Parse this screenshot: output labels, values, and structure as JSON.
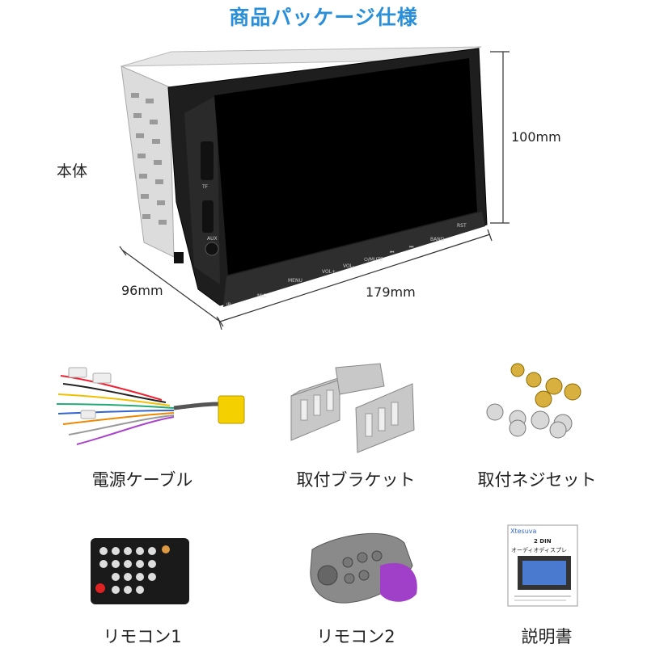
{
  "header": {
    "title": "商品パッケージ仕様"
  },
  "unit": {
    "label": "本体",
    "height_dim": "100mm",
    "depth_dim": "96mm",
    "width_dim": "179mm",
    "button_labels": [
      "MENU",
      "VOL+",
      "VOL-",
      "⏻/MUTE",
      "⏮",
      "⏭",
      "BAND"
    ],
    "side_labels": {
      "tf": "TF",
      "aux": "AUX",
      "ir": "IR",
      "mic": "MIC",
      "rst": "RST"
    }
  },
  "items": [
    {
      "label": "電源ケーブル",
      "icon": "power-cable-icon"
    },
    {
      "label": "取付ブラケット",
      "icon": "mounting-bracket-icon"
    },
    {
      "label": "取付ネジセット",
      "icon": "screw-set-icon"
    },
    {
      "label": "リモコン1",
      "icon": "remote-control-icon"
    },
    {
      "label": "リモコン2",
      "icon": "steering-remote-icon"
    },
    {
      "label": "説明書",
      "icon": "manual-icon"
    }
  ],
  "manual_cover": {
    "brand": "Xtesuva",
    "model": "2 DIN",
    "subtitle": "オーディオディスプレ"
  },
  "colors": {
    "title": "#2a8fd9",
    "screen": "#000000",
    "bezel": "#1e1e1e",
    "accent_purple": "#a040c8"
  }
}
